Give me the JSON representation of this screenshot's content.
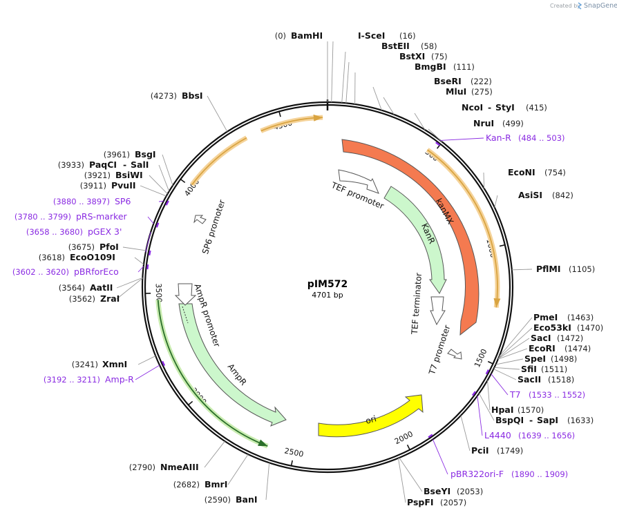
{
  "credit": {
    "prefix": "Created by",
    "brand": "SnapGene"
  },
  "plasmid": {
    "name": "pIM572",
    "length_label": "4701 bp"
  },
  "backbone": {
    "ticks": [
      {
        "label": "500"
      },
      {
        "label": "1000"
      },
      {
        "label": "1500"
      },
      {
        "label": "2000"
      },
      {
        "label": "2500"
      },
      {
        "label": "3000"
      },
      {
        "label": "3500"
      },
      {
        "label": "4000"
      },
      {
        "label": "4500"
      }
    ]
  },
  "sites": [
    {
      "name": "BamHI",
      "pos": "(0)"
    },
    {
      "name": "I-SceI",
      "pos": "(16)"
    },
    {
      "name": "BstEII",
      "pos": "(58)"
    },
    {
      "name": "BstXI",
      "pos": "(75)"
    },
    {
      "name": "BmgBI",
      "pos": "(111)"
    },
    {
      "name": "BseRI",
      "pos": "(222)"
    },
    {
      "name": "MluI",
      "pos": "(275)"
    },
    {
      "name": "NcoI",
      "name2": "StyI",
      "pos": "(415)"
    },
    {
      "name": "NruI",
      "pos": "(499)"
    },
    {
      "name": "EcoNI",
      "pos": "(754)"
    },
    {
      "name": "AsiSI",
      "pos": "(842)"
    },
    {
      "name": "PflMI",
      "pos": "(1105)"
    },
    {
      "name": "PmeI",
      "pos": "(1463)"
    },
    {
      "name": "Eco53kI",
      "pos": "(1470)"
    },
    {
      "name": "SacI",
      "pos": "(1472)"
    },
    {
      "name": "EcoRI",
      "pos": "(1474)"
    },
    {
      "name": "SpeI",
      "pos": "(1498)"
    },
    {
      "name": "SfiI",
      "pos": "(1511)"
    },
    {
      "name": "SacII",
      "pos": "(1518)"
    },
    {
      "name": "HpaI",
      "pos": "(1570)"
    },
    {
      "name": "BspQI",
      "name2": "SapI",
      "pos": "(1633)"
    },
    {
      "name": "PciI",
      "pos": "(1749)"
    },
    {
      "name": "BseYI",
      "pos": "(2053)"
    },
    {
      "name": "PspFI",
      "pos": "(2057)"
    },
    {
      "name": "NmeAIII",
      "pos": "(2790)"
    },
    {
      "name": "BmrI",
      "pos": "(2682)"
    },
    {
      "name": "BanI",
      "pos": "(2590)"
    },
    {
      "name": "XmnI",
      "pos": "(3241)"
    },
    {
      "name": "ZraI",
      "pos": "(3562)"
    },
    {
      "name": "AatII",
      "pos": "(3564)"
    },
    {
      "name": "EcoO109I",
      "pos": "(3618)"
    },
    {
      "name": "PfoI",
      "pos": "(3675)"
    },
    {
      "name": "PvuII",
      "pos": "(3911)"
    },
    {
      "name": "BsiWI",
      "pos": "(3921)"
    },
    {
      "name": "PaqCI",
      "name2": "SalI",
      "pos": "(3933)"
    },
    {
      "name": "BsgI",
      "pos": "(3961)"
    },
    {
      "name": "BbsI",
      "pos": "(4273)"
    }
  ],
  "primers": [
    {
      "name": "Kan-R",
      "range": "(484 .. 503)"
    },
    {
      "name": "T7",
      "range": "(1533 .. 1552)"
    },
    {
      "name": "L4440",
      "range": "(1639 .. 1656)"
    },
    {
      "name": "pBR322ori-F",
      "range": "(1890 .. 1909)"
    },
    {
      "name": "Amp-R",
      "range": "(3192 .. 3211)"
    },
    {
      "name": "pBRforEco",
      "range": "(3602 .. 3620)"
    },
    {
      "name": "pGEX 3'",
      "range": "(3658 .. 3680)"
    },
    {
      "name": "pRS-marker",
      "range": "(3780 .. 3799)"
    },
    {
      "name": "SP6",
      "range": "(3880 .. 3897)"
    }
  ],
  "features": [
    {
      "name": "kanMX",
      "color": "#f47a50"
    },
    {
      "name": "KanR",
      "color": "#ccf7cc"
    },
    {
      "name": "TEF promoter",
      "color": "#ffffff"
    },
    {
      "name": "TEF terminator",
      "color": "#ffffff"
    },
    {
      "name": "T7 promoter",
      "color": "#ffffff"
    },
    {
      "name": "ori",
      "color": "#ffff00"
    },
    {
      "name": "AmpR",
      "color": "#ccf7cc"
    },
    {
      "name": "AmpR promoter",
      "color": "#ffffff"
    },
    {
      "name": "SP6 promoter",
      "color": "#ffffff"
    }
  ],
  "colors": {
    "backbone": "#111111",
    "primer": "#8a2be2",
    "orf": "#d9a441",
    "orf_glow": "#f5d39a",
    "orf_green": "#2a6e2a",
    "orf_green_glow": "#c9ecb0"
  }
}
